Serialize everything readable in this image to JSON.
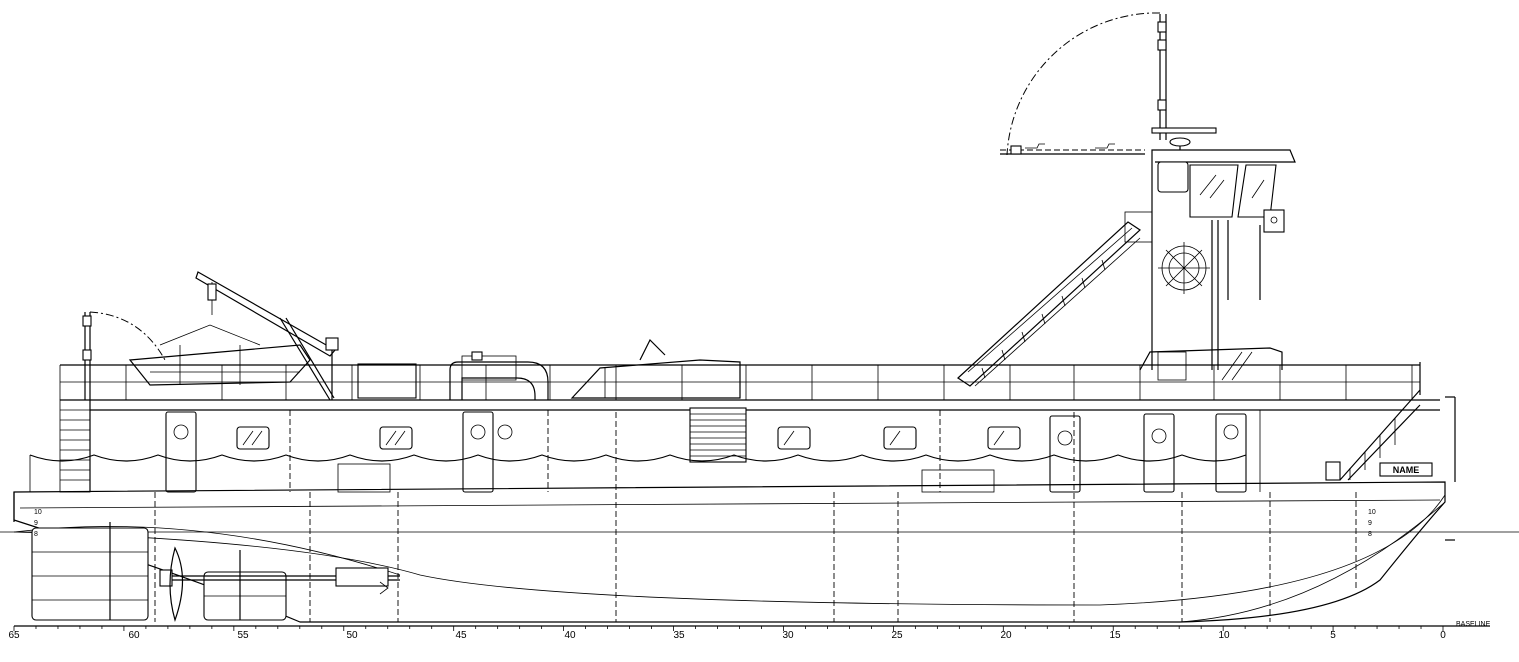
{
  "name_plate": "NAME",
  "baseline_label": "BASELINE",
  "station_labels": [
    "65",
    "60",
    "55",
    "50",
    "45",
    "40",
    "35",
    "30",
    "25",
    "20",
    "15",
    "10",
    "5",
    "0"
  ],
  "draft_marks_aft": [
    "10",
    "9",
    "8"
  ],
  "draft_marks_fwd": [
    "10",
    "9",
    "8"
  ],
  "colors": {
    "line": "#000000",
    "background": "#ffffff"
  }
}
